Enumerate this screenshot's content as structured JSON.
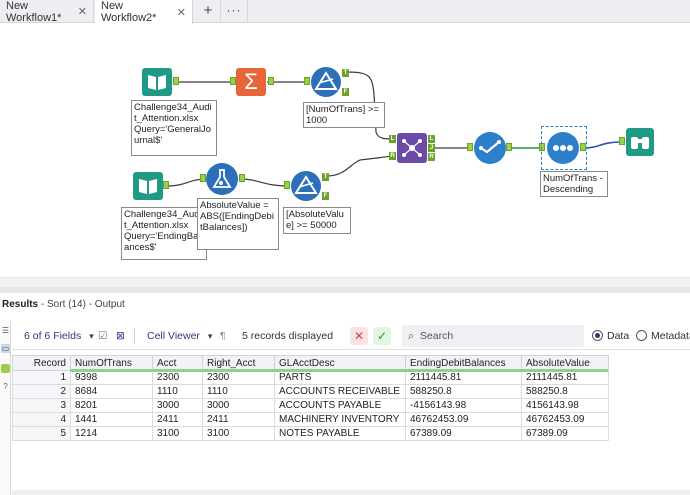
{
  "tabs": [
    {
      "label": "New Workflow1*",
      "close": "✕"
    },
    {
      "label": "New Workflow2*",
      "close": "✕"
    }
  ],
  "tab_add": "+",
  "tab_more": "···",
  "canvas": {
    "annotations": {
      "input1": "Challenge34_Audit_Attention.xlsx\nQuery='GeneralJournal$'",
      "filter1": "[NumOfTrans] >= 1000",
      "input2": "Challenge34_Audit_Attention.xlsx\nQuery='EndingBalances$'",
      "formula": "AbsoluteValue = ABS([EndingDebitBalances])",
      "filter2": "[AbsoluteValue] >= 50000",
      "sort": "NumOfTrans - Descending"
    },
    "summarize_symbol": "Σ",
    "anchor_labels": {
      "T": "T",
      "F": "F",
      "L": "L",
      "J": "J",
      "R": "R"
    }
  },
  "results": {
    "title_prefix": "Results",
    "title_rest": " - Sort (14) - Output",
    "fields": "6 of 6 Fields",
    "cell_viewer": "Cell Viewer",
    "records_displayed": "5 records displayed",
    "search_placeholder": "Search",
    "radio_data": "Data",
    "radio_metadata": "Metadata",
    "columns": [
      "Record",
      "NumOfTrans",
      "Acct",
      "Right_Acct",
      "GLAcctDesc",
      "EndingDebitBalances",
      "AbsoluteValue"
    ],
    "rows": [
      [
        "1",
        "9398",
        "2300",
        "2300",
        "PARTS",
        "2111445.81",
        "2111445.81"
      ],
      [
        "2",
        "8684",
        "1110",
        "1110",
        "ACCOUNTS RECEIVABLE",
        "588250.8",
        "588250.8"
      ],
      [
        "3",
        "8201",
        "3000",
        "3000",
        "ACCOUNTS PAYABLE",
        "-4156143.98",
        "4156143.98"
      ],
      [
        "4",
        "1441",
        "2411",
        "2411",
        "MACHINERY INVENTORY",
        "46762453.09",
        "46762453.09"
      ],
      [
        "5",
        "1214",
        "3100",
        "3100",
        "NOTES PAYABLE",
        "67389.09",
        "67389.09"
      ]
    ]
  },
  "colors": {
    "input_tool": "#1f9a86",
    "summarize_tool": "#e8653a",
    "filter_tool": "#2d6fb8",
    "join_tool": "#6b4aa8",
    "select_tool": "#2d7fc9",
    "sort_tool": "#2d7fc9",
    "browse_tool": "#1f9a86",
    "anchor": "#9ad04a"
  }
}
